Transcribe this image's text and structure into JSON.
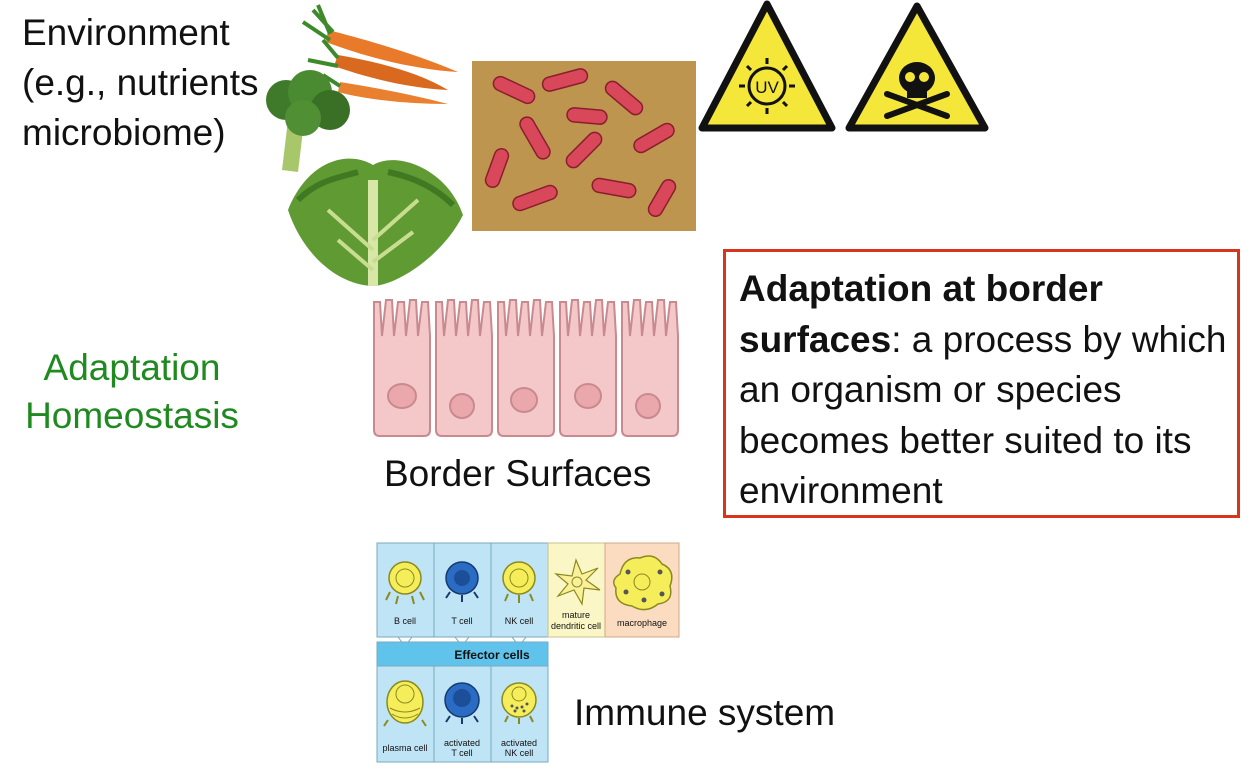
{
  "environment": {
    "lines": [
      "Environment",
      "(e.g., nutrients",
      "microbiome)"
    ]
  },
  "adaptation": {
    "lines": [
      "Adaptation",
      "Homeostasis"
    ]
  },
  "border_surfaces_label": "Border Surfaces",
  "immune_system_label": "Immune system",
  "definition": {
    "term": "Adaptation at border surfaces",
    "text": ": a process by which an organism or species becomes better suited to its environment"
  },
  "hazard_signs": {
    "uv_label": "UV"
  },
  "immune_chart": {
    "top_cells": [
      "B cell",
      "T cell",
      "NK cell"
    ],
    "dendritic": [
      "mature",
      "dendritic cell"
    ],
    "macrophage": "macrophage",
    "effector_header": "Effector cells",
    "effector_cells": [
      [
        "plasma cell"
      ],
      [
        "activated",
        "T cell"
      ],
      [
        "activated",
        "NK cell"
      ]
    ]
  },
  "colors": {
    "adaptation_green": "#1f8a1f",
    "definition_border": "#d8361c",
    "hazard_yellow": "#f5e63a",
    "epithelium_pink": "#f4c7c9",
    "immune_blue": "#bfe4f5"
  }
}
